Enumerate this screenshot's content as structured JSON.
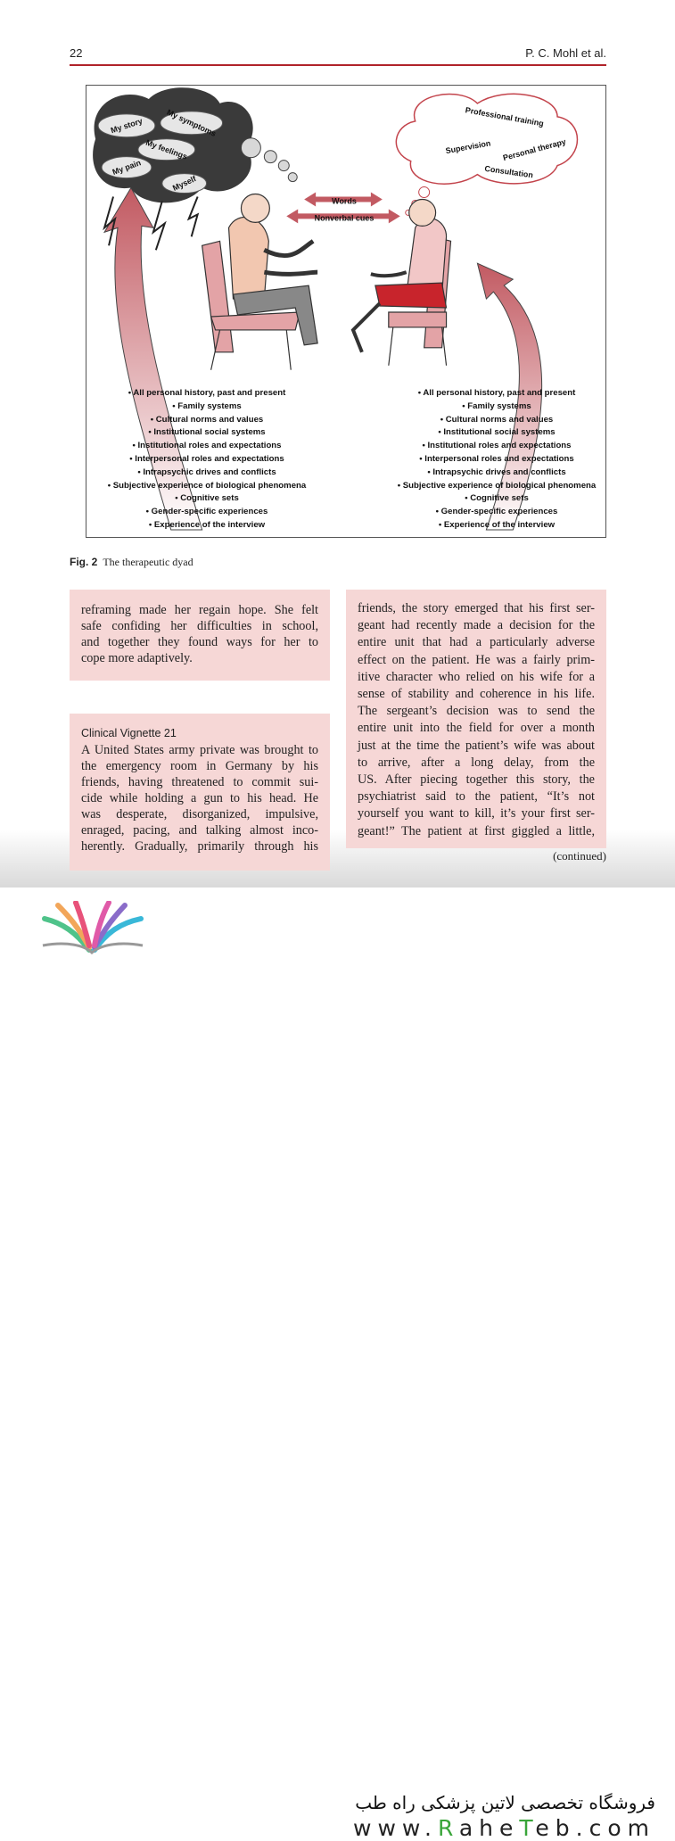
{
  "header": {
    "page_number": "22",
    "author": "P. C. Mohl et al."
  },
  "figure": {
    "cloud_labels": [
      "My story",
      "My symptoms",
      "My feelings",
      "My pain",
      "Myself"
    ],
    "thought_labels": [
      "Professional training",
      "Supervision",
      "Personal therapy",
      "Consultation"
    ],
    "arrow_labels": [
      "Words",
      "Nonverbal cues"
    ],
    "left_list": [
      "• All personal history, past and present",
      "• Family systems",
      "• Cultural norms and values",
      "• Institutional social systems",
      "• Institutional roles and expectations",
      "• Interpersonal roles and expectations",
      "• Intrapsychic drives and conflicts",
      "• Subjective experience of biological phenomena",
      "• Cognitive sets",
      "• Gender-specific experiences",
      "• Experience of the interview"
    ],
    "right_list": [
      "• All personal history, past and present",
      "• Family systems",
      "• Cultural norms and values",
      "• Institutional social systems",
      "• Institutional roles and expectations",
      "• Interpersonal roles and expectations",
      "• Intrapsychic drives and conflicts",
      "• Subjective experience of biological phenomena",
      "• Cognitive sets",
      "• Gender-specific experiences",
      "• Experience of the interview"
    ]
  },
  "caption": {
    "label": "Fig. 2",
    "text": "The therapeutic dyad"
  },
  "box1": {
    "lines": [
      "reframing made her regain hope. She felt",
      "safe confiding her difficulties in school,",
      "and together they found ways for her to",
      "cope more adaptively."
    ]
  },
  "box2": {
    "heading": "Clinical Vignette 21",
    "lines": [
      "A United States army private was brought to",
      "the emergency room in Germany by his",
      "friends, having threatened to commit sui-",
      "cide while holding a gun to his head. He",
      "was desperate, disorganized, impulsive,",
      "enraged, pacing, and talking almost inco-",
      "herently. Gradually, primarily through his"
    ]
  },
  "box3": {
    "lines": [
      "friends, the story emerged that his first ser-",
      "geant had recently made a decision for the",
      "entire unit that had a particularly adverse",
      "effect on the patient. He was a fairly prim-",
      "itive character who relied on his wife for a",
      "sense of stability and coherence in his life.",
      "The sergeant’s decision was to send the",
      "entire unit into the field for over a month",
      "just at the time the patient’s wife was about",
      "to arrive, after a long delay, from the",
      "US. After piecing together this story, the",
      "psychiatrist said to the patient, “It’s not",
      "yourself you want to kill, it’s your first ser-",
      "geant!” The patient at first giggled a little,"
    ]
  },
  "continued": "(continued)",
  "footer": {
    "persian": "فروشگاه تخصصی لاتین پزشکی  راه طب",
    "url_parts": [
      "www.",
      "R",
      "ahe",
      "T",
      "eb.com"
    ]
  },
  "colors": {
    "accent": "#b0232a",
    "box": "#f6d7d6",
    "arrow": "#c8656a"
  }
}
